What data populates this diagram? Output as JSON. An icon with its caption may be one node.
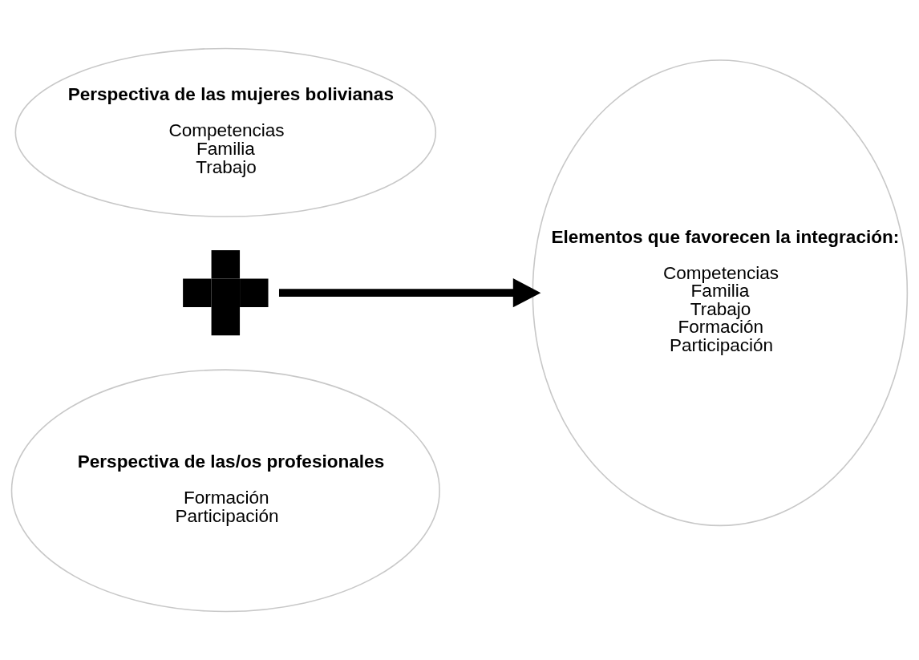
{
  "diagram": {
    "nodes": [
      {
        "text": [
          "Perspectiva de las mujeres bolivianas",
          "Competencias",
          "Familia",
          "Trabajo"
        ]
      },
      {
        "text": [],
        "shape": "cross"
      },
      {
        "text": [
          "Perspectiva de las/os profesionales",
          "Formación",
          "Participación"
        ]
      },
      {
        "text": [
          "Elementos que favorecen la integración:",
          "Competencias",
          "Familia",
          "Trabajo",
          "Formación",
          "Participación"
        ]
      }
    ],
    "edges": [
      {
        "from": 1,
        "to": 3,
        "arrow": "to"
      }
    ]
  }
}
